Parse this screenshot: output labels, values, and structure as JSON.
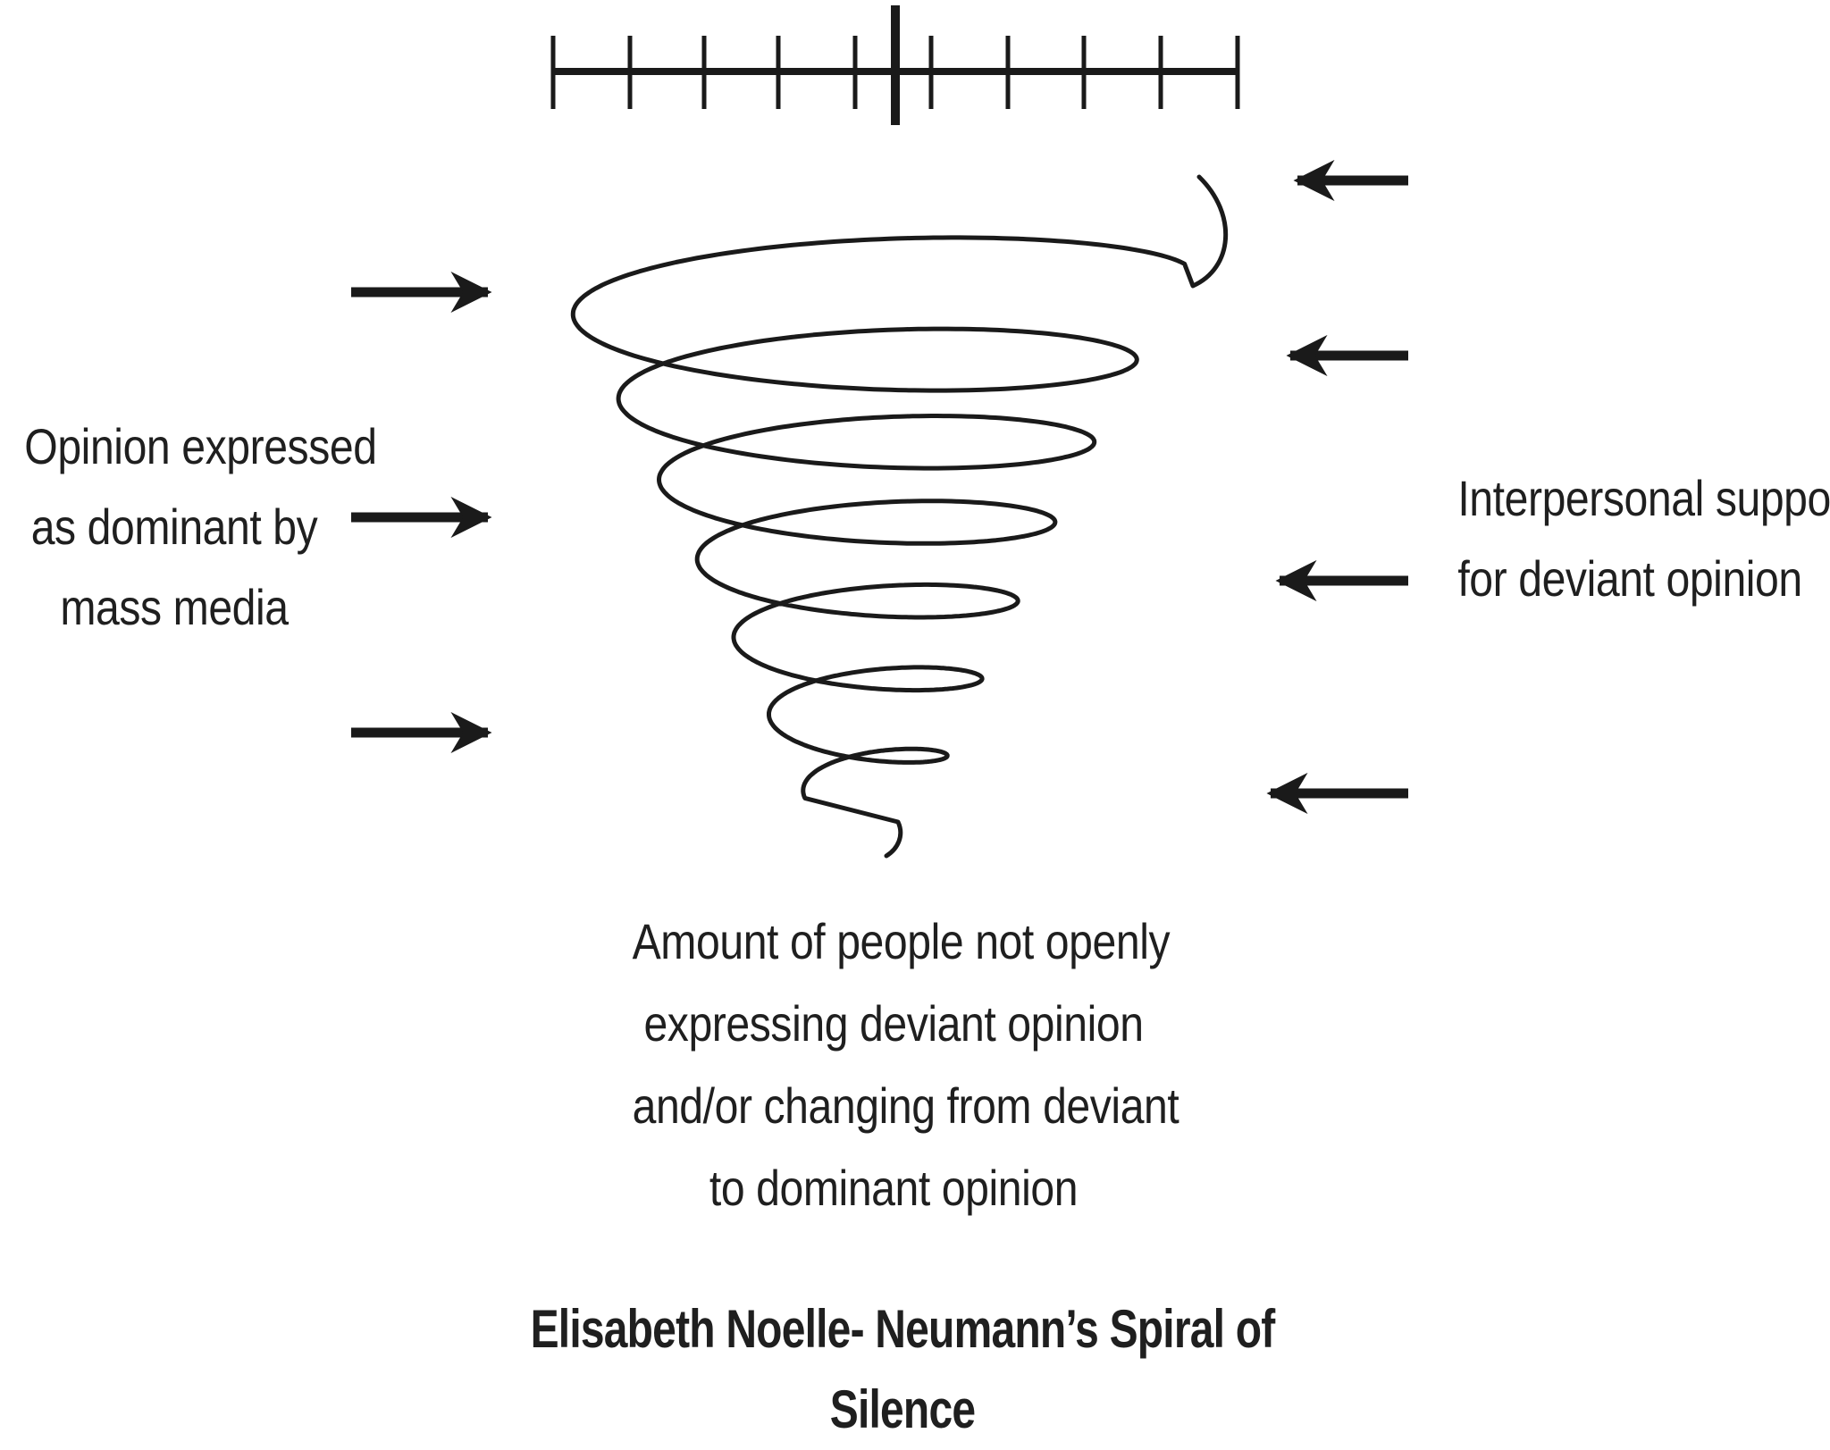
{
  "labels": {
    "left": [
      "Opinion expressed",
      "as dominant by",
      "mass media"
    ],
    "right": [
      "Interpersonal support",
      "for deviant opinion"
    ],
    "bottom": [
      "Amount of people not openly",
      "expressing deviant opinion",
      "and/or changing from deviant",
      "to dominant opinion"
    ]
  },
  "title": "Elisabeth  Noelle- Neumann’s Spiral of Silence",
  "colors": {
    "ink": "#1a1a1a",
    "background": "#ffffff"
  },
  "scale": {
    "minor_ticks": 10,
    "center_mark": true
  },
  "arrows": {
    "left_count": 3,
    "right_count": 4
  },
  "icons": {
    "scale": "opinion-scale-icon",
    "spiral": "spiral-icon",
    "arrow_right": "arrow-right-icon",
    "arrow_left": "arrow-left-icon"
  }
}
